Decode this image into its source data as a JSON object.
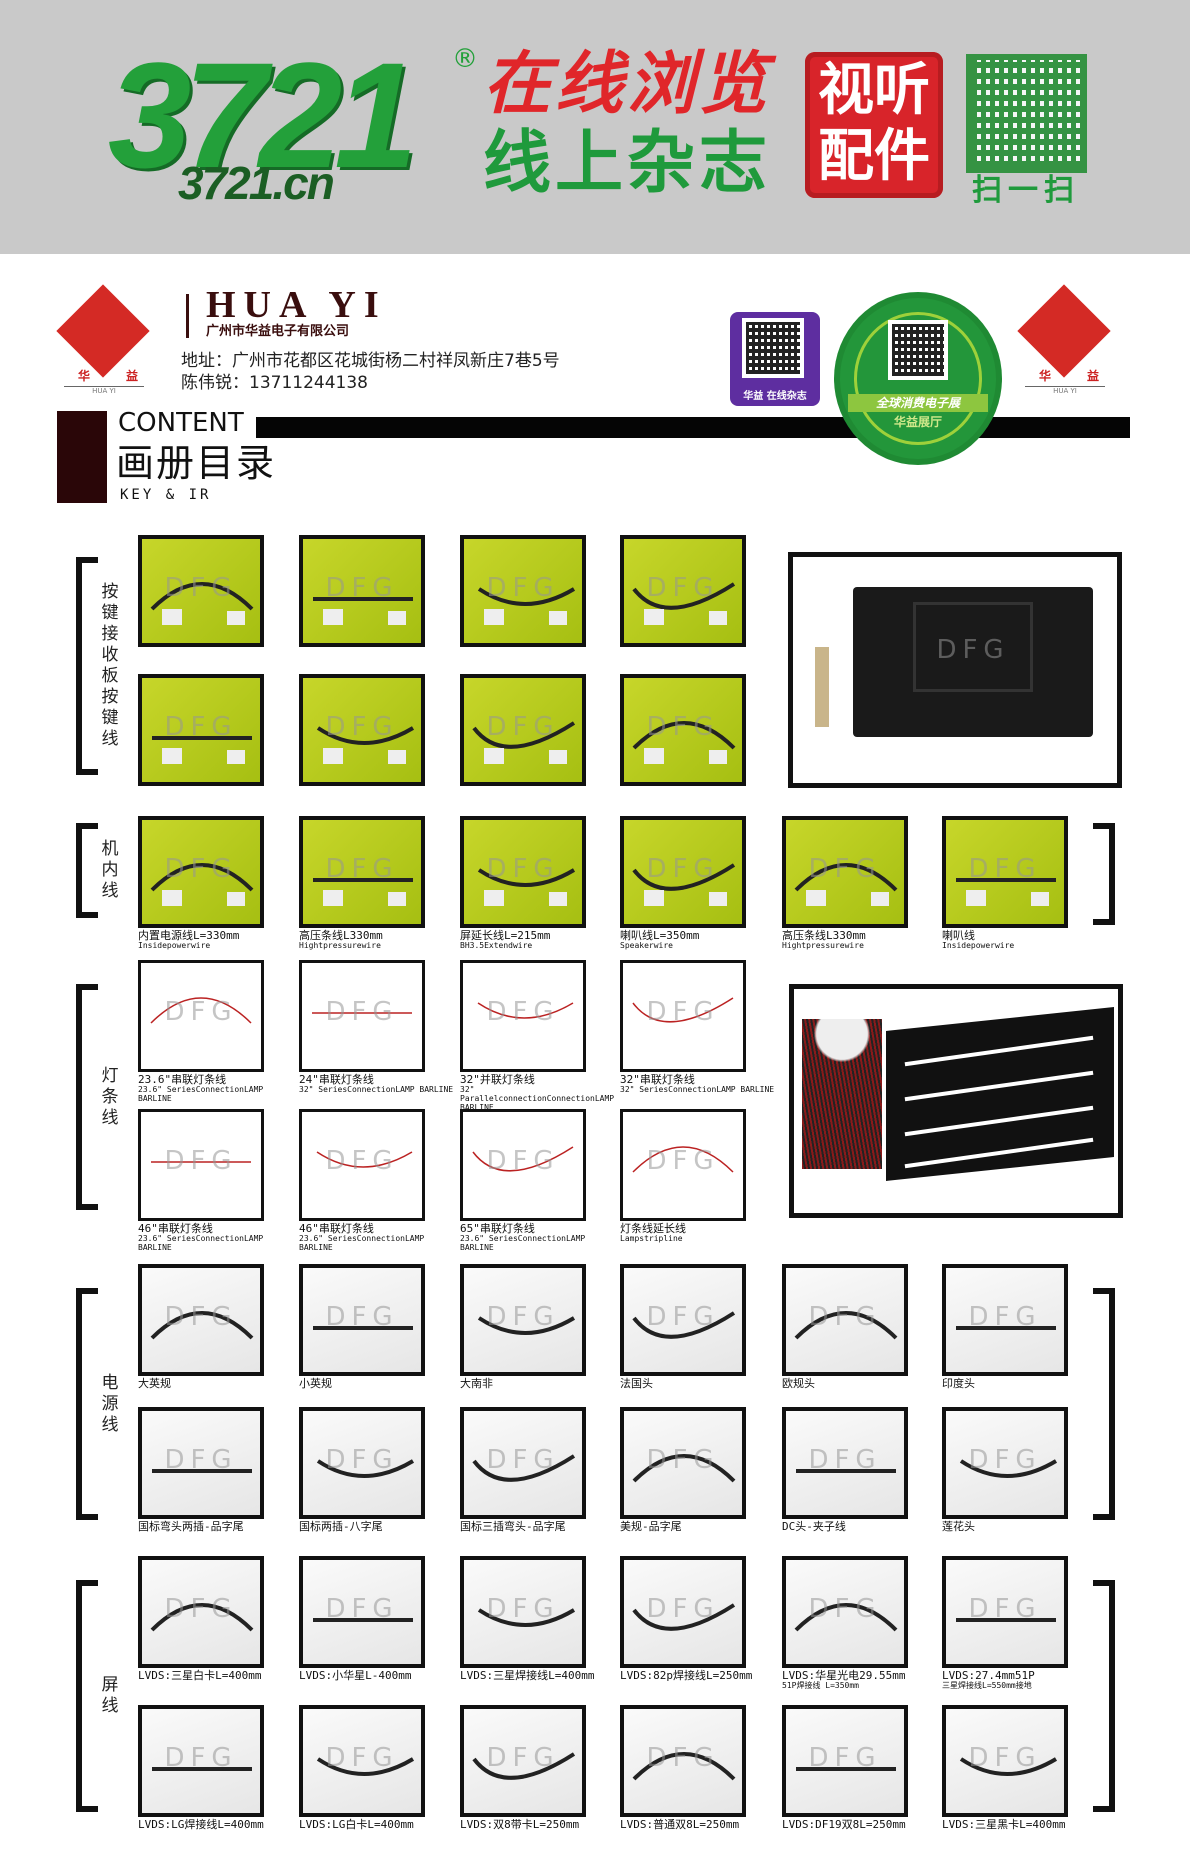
{
  "banner": {
    "logo": "3721",
    "logo_domain": "3721.cn",
    "registered": "®",
    "line1": "在线浏览",
    "line2": "线上杂志",
    "stamp_line1": "视听",
    "stamp_line2": "配件",
    "scan": "扫一扫"
  },
  "company": {
    "brand": "HUA YI",
    "name": "广州市华益电子有限公司",
    "address": "地址：广州市花都区花城街杨二村祥凤新庄7巷5号",
    "contact": "陈伟锐：13711244138",
    "logo_cn": [
      "华",
      "益"
    ],
    "logo_en": "HUA YI",
    "magazine_label": "华益 在线杂志",
    "seal_line1": "全球消费电子展",
    "seal_line2": "华益展厅"
  },
  "heading": {
    "content": "CONTENT",
    "title": "画册目录",
    "subtitle": "KEY & IR"
  },
  "watermark": "DFG",
  "sections": [
    {
      "label": "按键接收板按键线",
      "style": "green",
      "rows": [
        [
          {
            "t": ""
          },
          {
            "t": ""
          },
          {
            "t": ""
          },
          {
            "t": ""
          }
        ],
        [
          {
            "t": ""
          },
          {
            "t": ""
          },
          {
            "t": ""
          },
          {
            "t": ""
          }
        ]
      ]
    },
    {
      "label": "机内线",
      "style": "green",
      "rows": [
        [
          {
            "t": "内置电源线L=330mm",
            "s": "Insidepowerwire"
          },
          {
            "t": "高压条线L330mm",
            "s": "Hightpressurewire"
          },
          {
            "t": "屏延长线L=215mm",
            "s": "BH3.5Extendwire"
          },
          {
            "t": "喇叭线L=350mm",
            "s": "Speakerwire"
          },
          {
            "t": "高压条线L330mm",
            "s": "Hightpressurewire"
          },
          {
            "t": "喇叭线",
            "s": "Insidepowerwire"
          }
        ]
      ]
    },
    {
      "label": "灯条线",
      "style": "white",
      "rows": [
        [
          {
            "t": "23.6\"串联灯条线",
            "s": "23.6\" SeriesConnectionLAMP BARLINE"
          },
          {
            "t": "24\"串联灯条线",
            "s": "32\" SeriesConnectionLAMP BARLINE"
          },
          {
            "t": "32\"并联灯条线",
            "s": "32\" ParallelconnectionConnectionLAMP BARLINE"
          },
          {
            "t": "32\"串联灯条线",
            "s": "32\" SeriesConnectionLAMP BARLINE"
          }
        ],
        [
          {
            "t": "46\"串联灯条线",
            "s": "23.6\" SeriesConnectionLAMP BARLINE"
          },
          {
            "t": "46\"串联灯条线",
            "s": "23.6\" SeriesConnectionLAMP BARLINE"
          },
          {
            "t": "65\"串联灯条线",
            "s": "23.6\" SeriesConnectionLAMP BARLINE"
          },
          {
            "t": "灯条线延长线",
            "s": "Lampstripline"
          }
        ]
      ]
    },
    {
      "label": "电源线",
      "style": "gray",
      "rows": [
        [
          {
            "t": "大英规"
          },
          {
            "t": "小英规"
          },
          {
            "t": "大南非"
          },
          {
            "t": "法国头"
          },
          {
            "t": "欧规头"
          },
          {
            "t": "印度头"
          }
        ],
        [
          {
            "t": "国标弯头两插-品字尾"
          },
          {
            "t": "国标两插-八字尾"
          },
          {
            "t": "国标三插弯头-品字尾"
          },
          {
            "t": "美规-品字尾"
          },
          {
            "t": "DC头-夹子线"
          },
          {
            "t": "莲花头"
          }
        ]
      ]
    },
    {
      "label": "屏线",
      "style": "gray",
      "rows": [
        [
          {
            "t": "LVDS:三星白卡L=400mm"
          },
          {
            "t": "LVDS:小华星L-400mm"
          },
          {
            "t": "LVDS:三星焊接线L=400mm"
          },
          {
            "t": "LVDS:82p焊接线L=250mm"
          },
          {
            "t": "LVDS:华星光电29.55mm",
            "s": "51P焊接线 L=350mm"
          },
          {
            "t": "LVDS:27.4mm51P",
            "s": "三星焊接线L=550mm接地"
          }
        ],
        [
          {
            "t": "LVDS:LG焊接线L=400mm"
          },
          {
            "t": "LVDS:LG白卡L=400mm"
          },
          {
            "t": "LVDS:双8带卡L=250mm"
          },
          {
            "t": "LVDS:普通双8L=250mm"
          },
          {
            "t": "LVDS:DF19双8L=250mm"
          },
          {
            "t": "LVDS:三星黑卡L=400mm"
          }
        ]
      ]
    }
  ]
}
